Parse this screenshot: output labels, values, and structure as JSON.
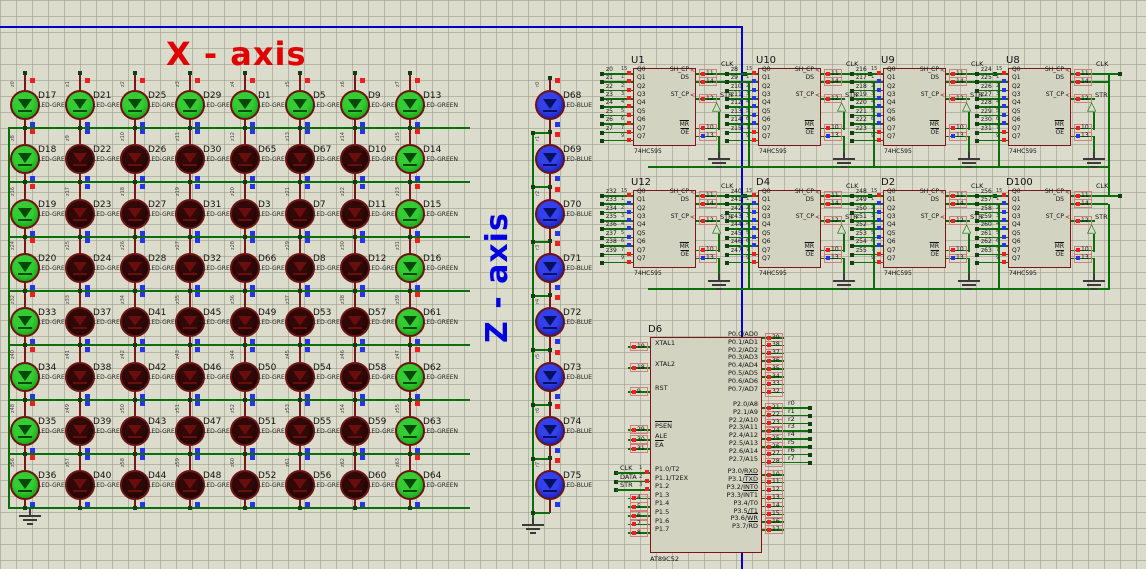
{
  "titles": {
    "x_axis": "X - axis",
    "z_axis": "Z - axis"
  },
  "colors": {
    "background": "#dbdccb",
    "grid": "#969884",
    "wire_green": "#0b6e0b",
    "wire_red": "#7d1418",
    "wire_blue": "#0000c8",
    "led_green_lit": "#22bb22",
    "led_off": "#1a0303",
    "led_blue": "#1d24d8",
    "indicator_red": "#f01e1e",
    "indicator_blue": "#2834e8",
    "chip_fill": "#d3d3c1",
    "chip_border": "#7c1518",
    "x_axis_color": "#e00000",
    "z_axis_color": "#0000e0"
  },
  "led_matrix": {
    "type_label": "LED-GREEN",
    "rows": [
      {
        "ids": [
          "D17",
          "D21",
          "D25",
          "D29",
          "D1",
          "D5",
          "D9",
          "D13"
        ],
        "lit": [
          1,
          1,
          1,
          1,
          1,
          1,
          1,
          1
        ],
        "tags": [
          "z0",
          "z1",
          "z2",
          "z3",
          "z4",
          "z5",
          "z6",
          "z7"
        ]
      },
      {
        "ids": [
          "D18",
          "D22",
          "D26",
          "D30",
          "D65",
          "D67",
          "D10",
          "D14"
        ],
        "lit": [
          1,
          0,
          0,
          0,
          0,
          0,
          0,
          1
        ],
        "tags": [
          "z8",
          "z9",
          "z10",
          "z11",
          "z12",
          "z13",
          "z14",
          "z15"
        ]
      },
      {
        "ids": [
          "D19",
          "D23",
          "D27",
          "D31",
          "D3",
          "D7",
          "D11",
          "D15"
        ],
        "lit": [
          1,
          0,
          0,
          0,
          0,
          0,
          0,
          1
        ],
        "tags": [
          "z16",
          "z17",
          "z18",
          "z19",
          "z20",
          "z21",
          "z22",
          "z23"
        ]
      },
      {
        "ids": [
          "D20",
          "D24",
          "D28",
          "D32",
          "D66",
          "D8",
          "D12",
          "D16"
        ],
        "lit": [
          1,
          0,
          0,
          0,
          0,
          0,
          0,
          1
        ],
        "tags": [
          "z24",
          "z25",
          "z26",
          "z27",
          "z28",
          "z29",
          "z30",
          "z31"
        ]
      },
      {
        "ids": [
          "D33",
          "D37",
          "D41",
          "D45",
          "D49",
          "D53",
          "D57",
          "D61"
        ],
        "lit": [
          1,
          0,
          0,
          0,
          0,
          0,
          0,
          1
        ],
        "tags": [
          "z32",
          "z33",
          "z34",
          "z35",
          "z36",
          "z37",
          "z38",
          "z39"
        ]
      },
      {
        "ids": [
          "D34",
          "D38",
          "D42",
          "D46",
          "D50",
          "D54",
          "D58",
          "D62"
        ],
        "lit": [
          1,
          0,
          0,
          0,
          0,
          0,
          0,
          1
        ],
        "tags": [
          "z40",
          "z41",
          "z42",
          "z43",
          "z44",
          "z45",
          "z46",
          "z47"
        ]
      },
      {
        "ids": [
          "D35",
          "D39",
          "D43",
          "D47",
          "D51",
          "D55",
          "D59",
          "D63"
        ],
        "lit": [
          1,
          0,
          0,
          0,
          0,
          0,
          0,
          1
        ],
        "tags": [
          "z48",
          "z49",
          "z50",
          "z51",
          "z52",
          "z53",
          "z54",
          "z55"
        ]
      },
      {
        "ids": [
          "D36",
          "D40",
          "D44",
          "D48",
          "D52",
          "D56",
          "D60",
          "D64"
        ],
        "lit": [
          1,
          0,
          0,
          0,
          0,
          0,
          0,
          1
        ],
        "tags": [
          "z56",
          "z57",
          "z58",
          "z59",
          "z60",
          "z61",
          "z62",
          "z63"
        ]
      }
    ]
  },
  "z_column": {
    "type_label": "LED-BLUE",
    "ids": [
      "D68",
      "D69",
      "D70",
      "D71",
      "D72",
      "D73",
      "D74",
      "D75"
    ],
    "tags": [
      "r0",
      "r1",
      "r2",
      "r3",
      "r4",
      "r5",
      "r6",
      "r7"
    ]
  },
  "shift_registers": {
    "part": "74HC595",
    "left_pin_labels": [
      "Q0",
      "Q1",
      "Q2",
      "Q3",
      "Q4",
      "Q5",
      "Q6",
      "Q7",
      "Q7"
    ],
    "left_pin_numbers": [
      "15",
      "1",
      "2",
      "3",
      "4",
      "5",
      "6",
      "7",
      "9"
    ],
    "right_pins": [
      {
        "label": "SH_CP",
        "num": "11",
        "net": "CLK",
        "clock": true
      },
      {
        "label": "DS",
        "num": "14"
      },
      {
        "label": "ST_CP",
        "num": "12",
        "net": "STR",
        "clock": true
      },
      {
        "label": "MR",
        "num": "10",
        "bar": "MR"
      },
      {
        "label": "OE",
        "num": "13",
        "bar": "OE",
        "blue": true
      }
    ],
    "chips": [
      {
        "ref": "U1",
        "nets": [
          "z0",
          "z1",
          "z2",
          "z3",
          "z4",
          "z5",
          "z6",
          "z7"
        ],
        "states": [
          "r",
          "r",
          "r",
          "r",
          "r",
          "r",
          "r",
          "r",
          "r"
        ]
      },
      {
        "ref": "U10",
        "nets": [
          "z8",
          "z9",
          "z10",
          "z11",
          "z12",
          "z13",
          "z14",
          "z15"
        ],
        "states": [
          "r",
          "b",
          "b",
          "b",
          "b",
          "b",
          "b",
          "r",
          "r"
        ]
      },
      {
        "ref": "U9",
        "nets": [
          "z16",
          "z17",
          "z18",
          "z19",
          "z20",
          "z21",
          "z22",
          "z23"
        ],
        "states": [
          "r",
          "b",
          "b",
          "b",
          "b",
          "b",
          "b",
          "r",
          "r"
        ]
      },
      {
        "ref": "U8",
        "nets": [
          "z24",
          "z25",
          "z26",
          "z27",
          "z28",
          "z29",
          "z30",
          "z31"
        ],
        "states": [
          "r",
          "b",
          "b",
          "b",
          "b",
          "b",
          "b",
          "r",
          "r"
        ]
      },
      {
        "ref": "U12",
        "nets": [
          "z32",
          "z33",
          "z34",
          "z35",
          "z36",
          "z37",
          "z38",
          "z39"
        ],
        "states": [
          "r",
          "b",
          "b",
          "b",
          "b",
          "b",
          "b",
          "r",
          "r"
        ]
      },
      {
        "ref": "D4",
        "nets": [
          "z40",
          "z41",
          "z42",
          "z43",
          "z44",
          "z45",
          "z46",
          "z47"
        ],
        "states": [
          "r",
          "b",
          "b",
          "b",
          "b",
          "b",
          "b",
          "r",
          "r"
        ]
      },
      {
        "ref": "D2",
        "nets": [
          "z48",
          "z49",
          "z50",
          "z51",
          "z52",
          "z53",
          "z54",
          "z55"
        ],
        "states": [
          "r",
          "b",
          "b",
          "b",
          "b",
          "b",
          "b",
          "r",
          "r"
        ]
      },
      {
        "ref": "D100",
        "nets": [
          "z56",
          "z57",
          "z58",
          "z59",
          "z60",
          "z61",
          "z62",
          "z63"
        ],
        "states": [
          "r",
          "b",
          "b",
          "b",
          "b",
          "b",
          "b",
          "r",
          "r"
        ]
      }
    ]
  },
  "mcu": {
    "ref": "D6",
    "part": "AT89C52",
    "left_pins": [
      {
        "label": "XTAL1",
        "num": "19"
      },
      {
        "label": "XTAL2",
        "num": "18"
      },
      {
        "label": "RST",
        "num": "9"
      },
      {
        "label": "PSEN",
        "num": "29",
        "bar": "PSEN"
      },
      {
        "label": "ALE",
        "num": "30"
      },
      {
        "label": "EA",
        "num": "31",
        "bar": "EA"
      },
      {
        "label": "P1.0/T2",
        "num": "1",
        "net": "CLK"
      },
      {
        "label": "P1.1/T2EX",
        "num": "2",
        "net": "DATA"
      },
      {
        "label": "P1.2",
        "num": "3",
        "net": "STR"
      },
      {
        "label": "P1.3",
        "num": "4"
      },
      {
        "label": "P1.4",
        "num": "5"
      },
      {
        "label": "P1.5",
        "num": "6"
      },
      {
        "label": "P1.6",
        "num": "7"
      },
      {
        "label": "P1.7",
        "num": "8"
      }
    ],
    "right_p0": [
      {
        "label": "P0.0/AD0",
        "num": "39"
      },
      {
        "label": "P0.1/AD1",
        "num": "38"
      },
      {
        "label": "P0.2/AD2",
        "num": "37"
      },
      {
        "label": "P0.3/AD3",
        "num": "36"
      },
      {
        "label": "P0.4/AD4",
        "num": "35"
      },
      {
        "label": "P0.5/AD5",
        "num": "34"
      },
      {
        "label": "P0.6/AD6",
        "num": "33"
      },
      {
        "label": "P0.7/AD7",
        "num": "32"
      }
    ],
    "right_p2": [
      {
        "label": "P2.0/A8",
        "num": "21",
        "net": "r0"
      },
      {
        "label": "P2.1/A9",
        "num": "22",
        "net": "r1"
      },
      {
        "label": "P2.2/A10",
        "num": "23",
        "net": "r2"
      },
      {
        "label": "P2.3/A11",
        "num": "24",
        "net": "r3"
      },
      {
        "label": "P2.4/A12",
        "num": "25",
        "net": "r4"
      },
      {
        "label": "P2.5/A13",
        "num": "26",
        "net": "r5"
      },
      {
        "label": "P2.6/A14",
        "num": "27",
        "net": "r6"
      },
      {
        "label": "P2.7/A15",
        "num": "28",
        "net": "r7"
      }
    ],
    "right_p3": [
      {
        "label": "P3.0/RXD",
        "num": "10"
      },
      {
        "label": "P3.1/TXD",
        "num": "11",
        "bar": "TXD"
      },
      {
        "label": "P3.2/INT0",
        "num": "12",
        "bar": "INT0"
      },
      {
        "label": "P3.3/INT1",
        "num": "13",
        "bar": "INT1"
      },
      {
        "label": "P3.4/T0",
        "num": "14"
      },
      {
        "label": "P3.5/T1",
        "num": "15"
      },
      {
        "label": "P3.6/WR",
        "num": "16",
        "bar": "WR"
      },
      {
        "label": "P3.7/RD",
        "num": "17",
        "bar": "RD"
      }
    ]
  }
}
